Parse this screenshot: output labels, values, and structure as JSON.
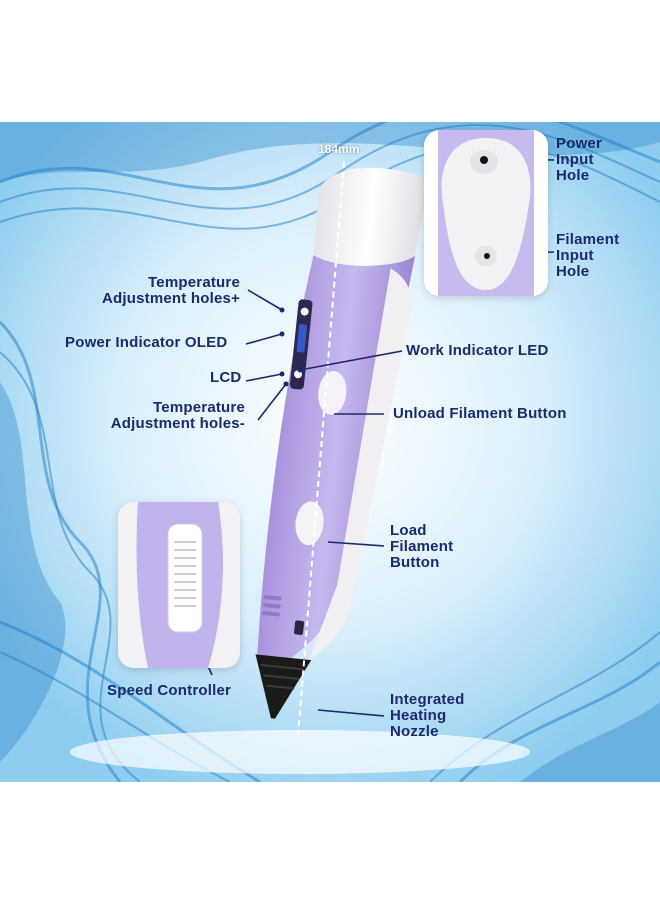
{
  "measurement": "184mm",
  "labels": {
    "temp_plus": [
      "Temperature",
      "Adjustment holes+"
    ],
    "power_indicator": "Power Indicator OLED",
    "lcd": "LCD",
    "temp_minus": [
      "Temperature",
      "Adjustment holes-"
    ],
    "work_indicator": "Work Indicator LED",
    "unload_button": "Unload Filament Button",
    "load_button": [
      "Load",
      "Filament",
      "Button"
    ],
    "speed_controller": "Speed Controller",
    "nozzle": [
      "Integrated",
      "Heating",
      "Nozzle"
    ],
    "power_input": [
      "Power",
      "Input",
      "Hole"
    ],
    "filament_input": [
      "Filament",
      "Input",
      "Hole"
    ]
  },
  "colors": {
    "label_text": "#1b2a6b",
    "pen_body": "#b9a8e6",
    "pen_cap": "#f2f2f4",
    "nozzle": "#1a1a1a",
    "background": "#a9d8f2"
  }
}
